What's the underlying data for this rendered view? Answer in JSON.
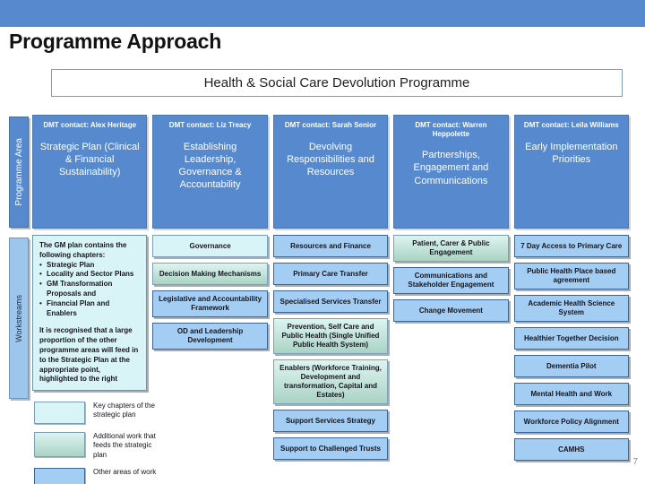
{
  "slide": {
    "title": "Programme Approach",
    "subtitle": "Health & Social Care Devolution Programme",
    "page_number": "7",
    "bullet_char": "•"
  },
  "side_labels": {
    "programme_area": "Programme Area",
    "workstreams": "Workstreams"
  },
  "colors": {
    "accent_blue": "#5789cf",
    "workstream_blue": "#a4cdf4",
    "key_chapter_cyan": "#d9f4f7",
    "additional_gradient_top": "#def4f0",
    "additional_gradient_bottom": "#a9d3c4",
    "workstreams_label_bg": "#9cc6ec"
  },
  "columns": [
    {
      "contact": "DMT contact: Alex Heritage",
      "title": "Strategic Plan (Clinical & Financial Sustainability)",
      "note": {
        "intro": "The GM plan contains the following chapters:",
        "bullets": [
          "Strategic Plan",
          "Locality and Sector Plans",
          "GM Transformation Proposals and",
          "Financial Plan and Enablers"
        ],
        "outro": "It is recognised that a large proportion of the other programme areas will feed in to the Strategic Plan at the appropriate point, highlighted to the right"
      },
      "workstreams": []
    },
    {
      "contact": "DMT contact: Liz Treacy",
      "title": "Establishing Leadership, Governance & Accountability",
      "workstreams": [
        {
          "label": "Governance",
          "type": "key"
        },
        {
          "label": "Decision Making Mechanisms",
          "type": "additional"
        },
        {
          "label": "Legislative and Accountability Framework",
          "type": "other"
        },
        {
          "label": "OD and Leadership Development",
          "type": "other"
        }
      ]
    },
    {
      "contact": "DMT contact: Sarah Senior",
      "title": "Devolving Responsibilities and Resources",
      "workstreams": [
        {
          "label": "Resources and Finance",
          "type": "other"
        },
        {
          "label": "Primary Care Transfer",
          "type": "other"
        },
        {
          "label": "Specialised Services Transfer",
          "type": "other"
        },
        {
          "label": "Prevention, Self Care and Public Health (Single Unified Public Health System)",
          "type": "additional"
        },
        {
          "label": "Enablers (Workforce Training, Development and transformation, Capital and Estates)",
          "type": "additional"
        },
        {
          "label": "Support Services Strategy",
          "type": "other"
        },
        {
          "label": "Support to Challenged Trusts",
          "type": "other"
        }
      ]
    },
    {
      "contact": "DMT contact: Warren Heppolette",
      "title": "Partnerships, Engagement and Communications",
      "workstreams": [
        {
          "label": "Patient, Carer & Public Engagement",
          "type": "additional"
        },
        {
          "label": "Communications and Stakeholder Engagement",
          "type": "other"
        },
        {
          "label": "Change Movement",
          "type": "other"
        }
      ]
    },
    {
      "contact": "DMT contact: Leila Williams",
      "title": "Early Implementation Priorities",
      "workstreams": [
        {
          "label": "7 Day Access to Primary Care",
          "type": "other"
        },
        {
          "label": "Public Health Place based agreement",
          "type": "other"
        },
        {
          "label": "Academic Health Science System",
          "type": "other"
        },
        {
          "label": "Healthier Together Decision",
          "type": "other"
        },
        {
          "label": "Dementia Pilot",
          "type": "other"
        },
        {
          "label": "Mental Health and Work",
          "type": "other"
        },
        {
          "label": "Workforce Policy Alignment",
          "type": "other"
        },
        {
          "label": "CAMHS",
          "type": "other"
        }
      ]
    }
  ],
  "legend": [
    {
      "type": "key",
      "label": "Key chapters of the strategic plan"
    },
    {
      "type": "additional",
      "label": "Additional work that feeds the strategic plan"
    },
    {
      "type": "other",
      "label": "Other areas of work"
    }
  ]
}
